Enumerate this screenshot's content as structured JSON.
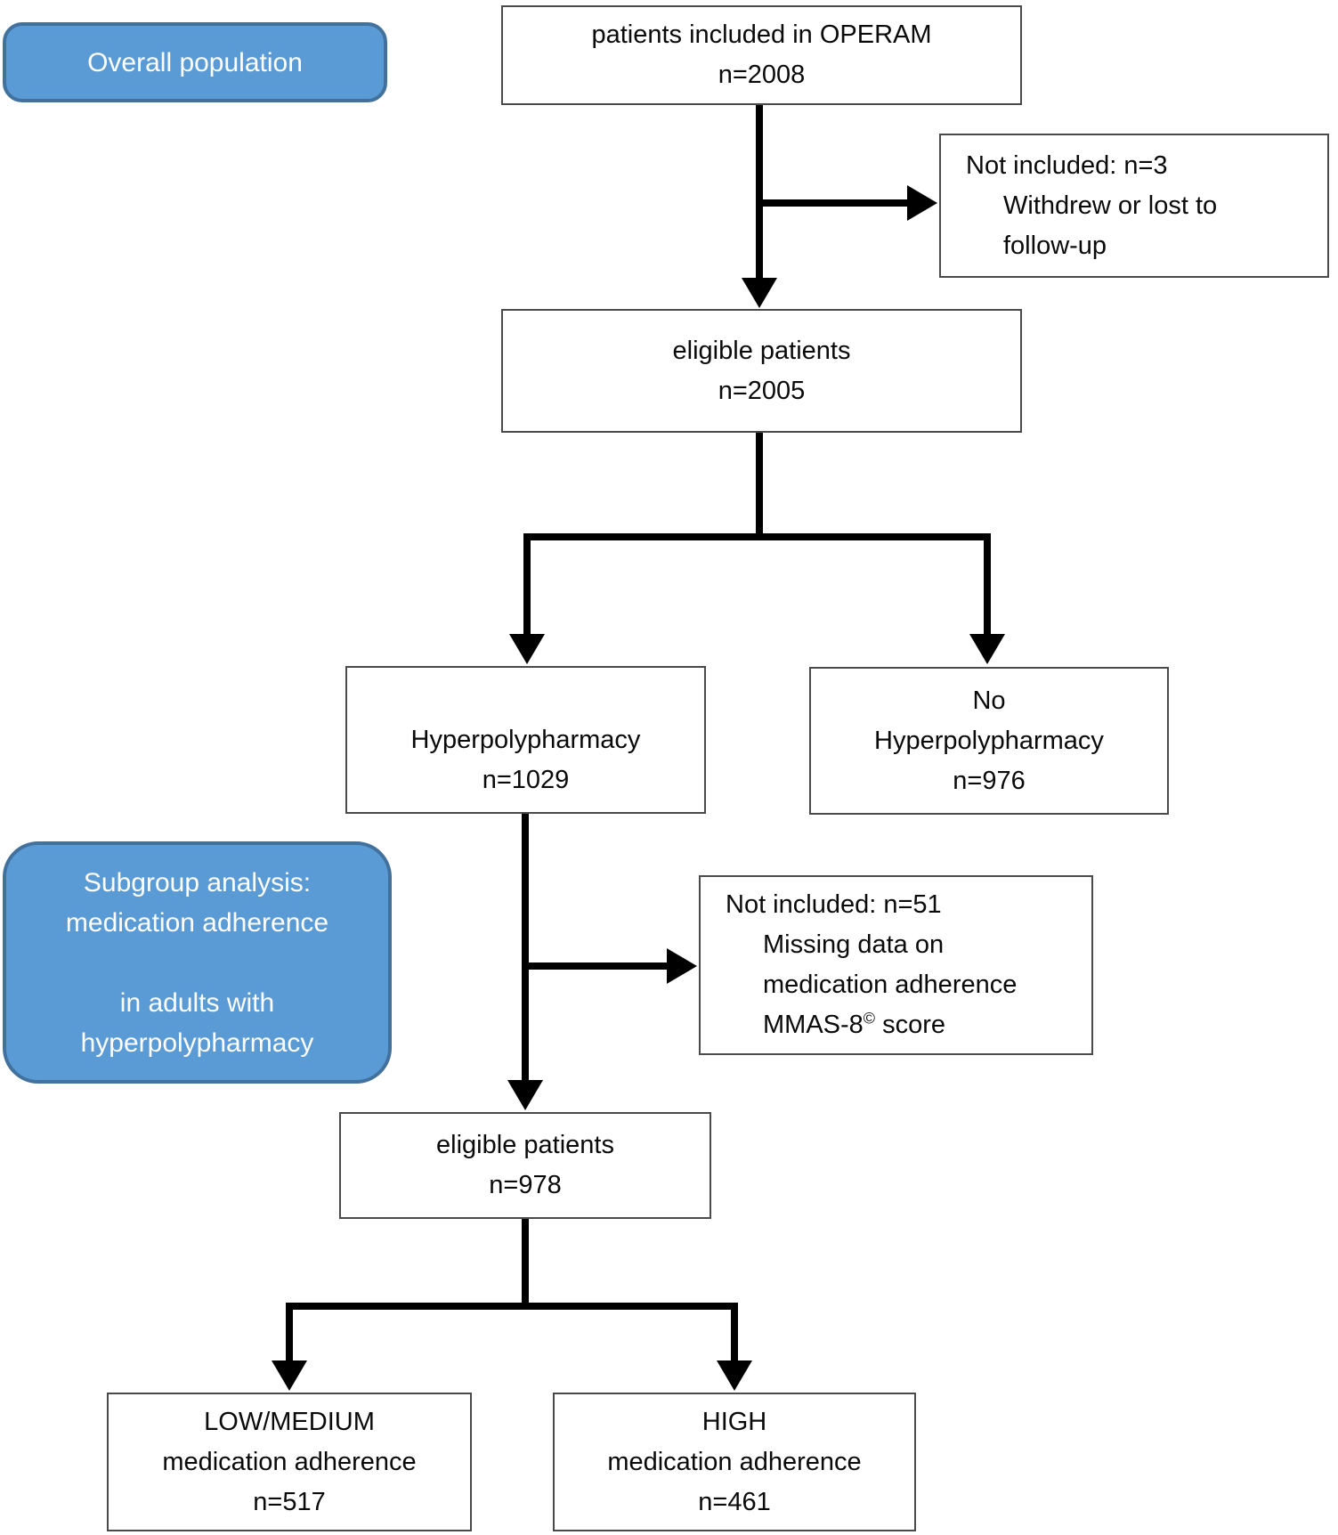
{
  "side_labels": {
    "overall": "Overall population",
    "subgroup": [
      "Subgroup analysis:",
      "medication adherence",
      "",
      "in adults with",
      "hyperpolypharmacy"
    ]
  },
  "boxes": {
    "included": [
      "patients included in OPERAM",
      "n=2008"
    ],
    "not_included_top": [
      "Not included: n=3",
      "Withdrew or lost to",
      "follow-up"
    ],
    "eligible1": [
      "eligible patients",
      "n=2005"
    ],
    "hyper": [
      "",
      "Hyperpolypharmacy",
      "n=1029"
    ],
    "no_hyper": [
      "No",
      "Hyperpolypharmacy",
      "n=976"
    ],
    "not_included_mid": [
      "Not included: n=51",
      "Missing data on",
      "medication adherence"
    ],
    "mmas": {
      "prefix": "MMAS-8",
      "sup": "©",
      "suffix": " score"
    },
    "eligible2": [
      "eligible patients",
      "n=978"
    ],
    "low_medium": [
      "LOW/MEDIUM",
      "medication adherence",
      "n=517"
    ],
    "high": [
      "HIGH",
      "medication adherence",
      "n=461"
    ]
  },
  "colors": {
    "callout_fill": "#5b9bd5",
    "callout_border": "#41719c",
    "box_border": "#4a4a4a",
    "arrow": "#000000",
    "callout_text": "#ffffff",
    "box_text": "#0a0a0a"
  }
}
